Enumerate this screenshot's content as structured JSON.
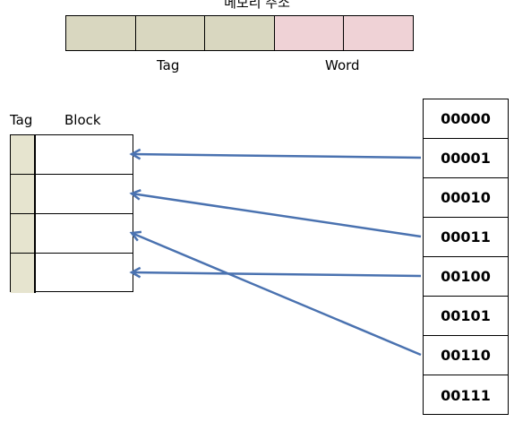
{
  "title": "메모리 주소",
  "address_bar": {
    "tag_label": "Tag",
    "word_label": "Word",
    "cells": [
      {
        "role": "tag",
        "color": "#d9d7c0"
      },
      {
        "role": "tag",
        "color": "#d9d7c0"
      },
      {
        "role": "tag",
        "color": "#d9d7c0"
      },
      {
        "role": "word",
        "color": "#efd2d6"
      },
      {
        "role": "word",
        "color": "#efd2d6"
      }
    ]
  },
  "cache": {
    "tag_header": "Tag",
    "block_header": "Block",
    "tag_color": "#e6e4cf",
    "rows": 4
  },
  "memory": {
    "addresses": [
      "00000",
      "00001",
      "00010",
      "00011",
      "00100",
      "00101",
      "00110",
      "00111"
    ]
  },
  "mappings": [
    {
      "from_address": "00001",
      "to_cache_row": 0
    },
    {
      "from_address": "00011",
      "to_cache_row": 1
    },
    {
      "from_address": "00110",
      "to_cache_row": 2
    },
    {
      "from_address": "00100",
      "to_cache_row": 3
    }
  ],
  "arrow_color": "#4a72b0"
}
